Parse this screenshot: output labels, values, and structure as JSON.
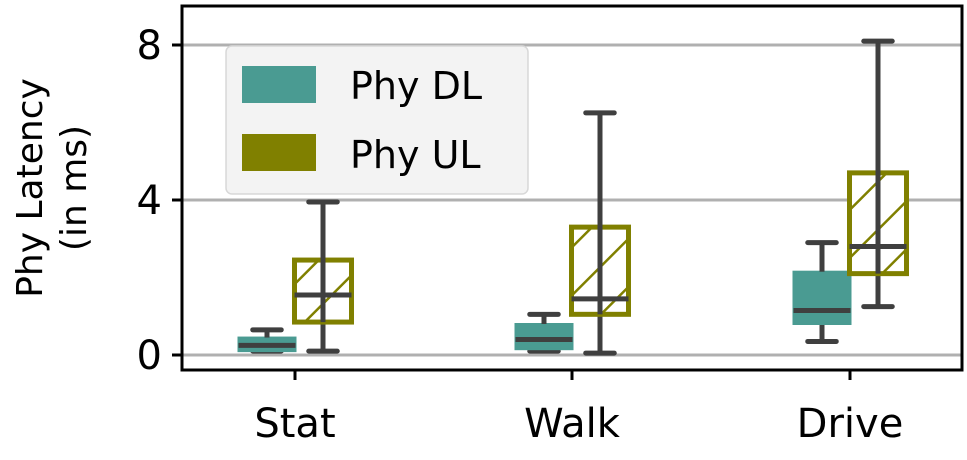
{
  "chart_data": {
    "type": "box",
    "ylabel_lines": [
      "Phy Latency",
      "(in ms)"
    ],
    "categories": [
      "Stat",
      "Walk",
      "Drive"
    ],
    "yticks": [
      "0",
      "4",
      "8"
    ],
    "ylim": [
      -0.4,
      9.0
    ],
    "grid": "horizontal",
    "legend_position": "top-left",
    "series": [
      {
        "name": "Phy DL",
        "color": "#4a9b92",
        "hatch": false,
        "boxes": [
          {
            "whisker_low": 0.1,
            "q1": 0.1,
            "median": 0.25,
            "q3": 0.45,
            "whisker_high": 0.65
          },
          {
            "whisker_low": 0.1,
            "q1": 0.15,
            "median": 0.4,
            "q3": 0.8,
            "whisker_high": 1.05
          },
          {
            "whisker_low": 0.35,
            "q1": 0.8,
            "median": 1.15,
            "q3": 2.15,
            "whisker_high": 2.9
          }
        ]
      },
      {
        "name": "Phy UL",
        "color": "#808000",
        "hatch": true,
        "boxes": [
          {
            "whisker_low": 0.1,
            "q1": 0.85,
            "median": 1.55,
            "q3": 2.45,
            "whisker_high": 3.95
          },
          {
            "whisker_low": 0.05,
            "q1": 1.05,
            "median": 1.45,
            "q3": 3.3,
            "whisker_high": 6.25
          },
          {
            "whisker_low": 1.25,
            "q1": 2.1,
            "median": 2.8,
            "q3": 4.7,
            "whisker_high": 8.1
          }
        ]
      }
    ]
  }
}
